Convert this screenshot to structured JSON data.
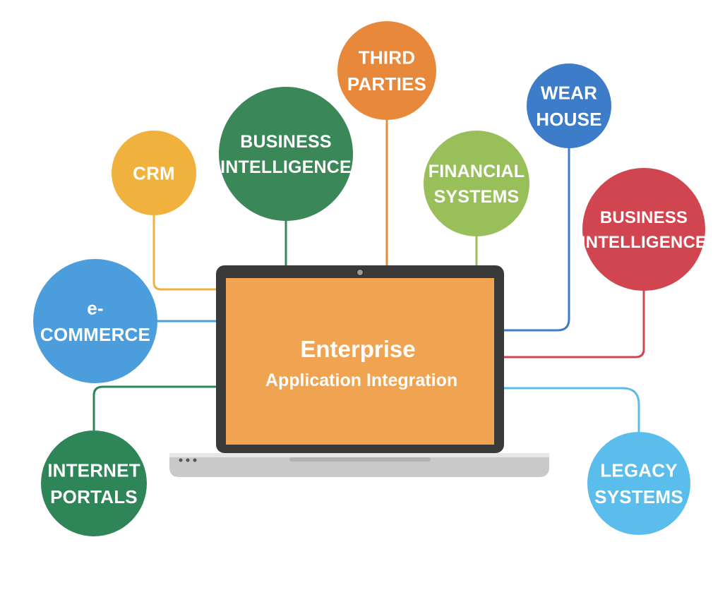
{
  "center": {
    "title": "Enterprise",
    "subtitle": "Application Integration"
  },
  "nodes": [
    {
      "id": "third-parties",
      "lines": [
        "THIRD",
        "PARTIES"
      ],
      "color": "#E8883A"
    },
    {
      "id": "wear-house",
      "lines": [
        "WEAR",
        "HOUSE"
      ],
      "color": "#3D7CC9"
    },
    {
      "id": "business-intelligence-top",
      "lines": [
        "BUSINESS",
        "INTELLIGENCE"
      ],
      "color": "#3A8758"
    },
    {
      "id": "crm",
      "lines": [
        "CRM"
      ],
      "color": "#F0B23C"
    },
    {
      "id": "financial-systems",
      "lines": [
        "FINANCIAL",
        "SYSTEMS"
      ],
      "color": "#99BF5A"
    },
    {
      "id": "business-intelligence-right",
      "lines": [
        "BUSINESS",
        "INTELLIGENCE"
      ],
      "color": "#D0454F"
    },
    {
      "id": "e-commerce",
      "lines": [
        "e-",
        "COMMERCE"
      ],
      "color": "#4B9EDB"
    },
    {
      "id": "internet-portals",
      "lines": [
        "INTERNET",
        "PORTALS"
      ],
      "color": "#2E8558"
    },
    {
      "id": "legacy-systems",
      "lines": [
        "LEGACY",
        "SYSTEMS"
      ],
      "color": "#5BBDEB"
    }
  ],
  "colors": {
    "screen": "#F0A350",
    "laptop_frame": "#3A3A3A",
    "laptop_base": "#C9C9C9"
  }
}
